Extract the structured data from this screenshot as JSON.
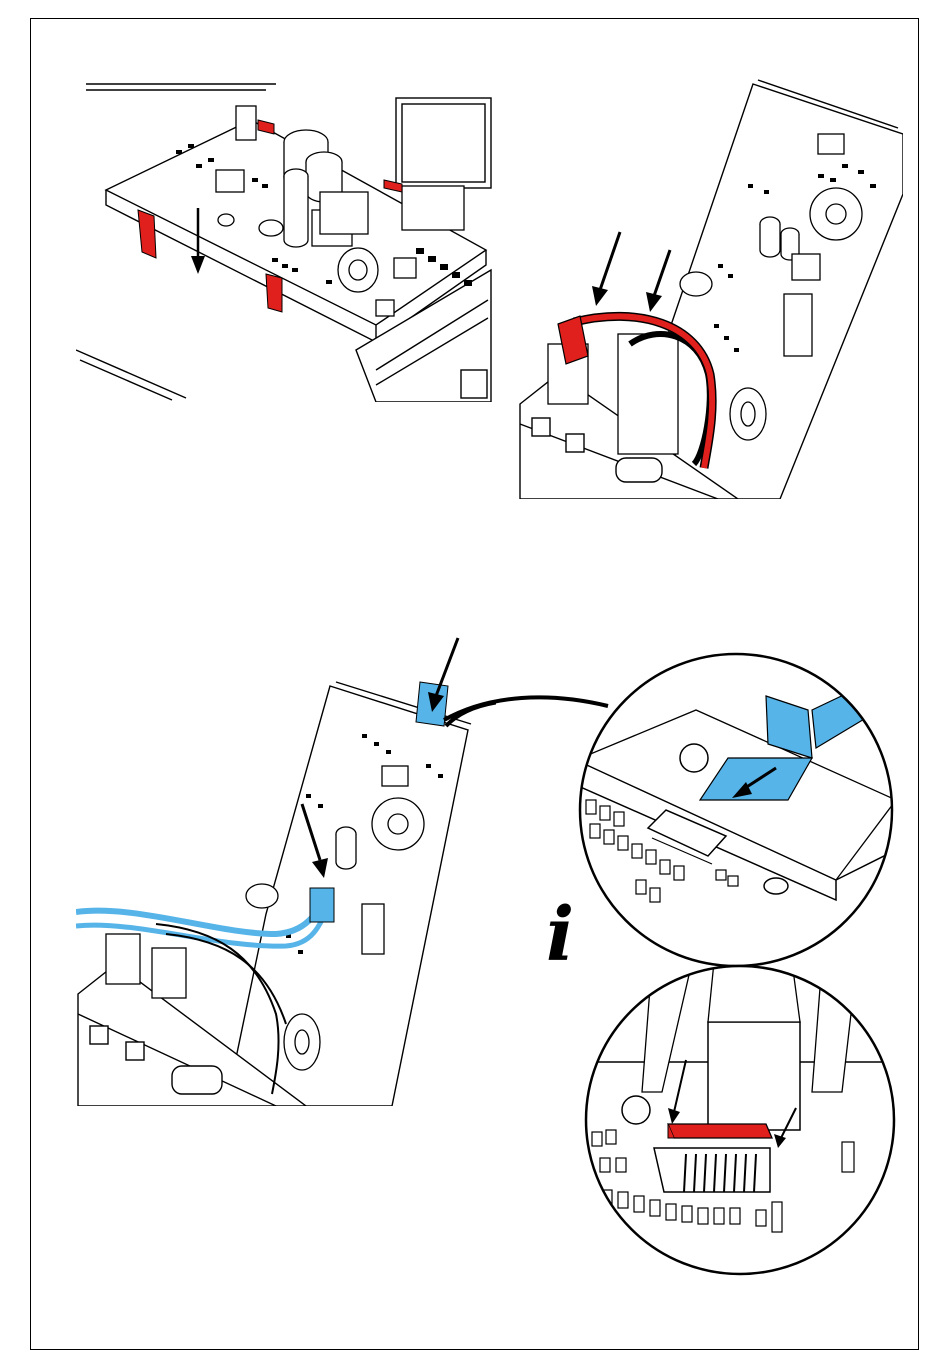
{
  "page": {
    "info_symbol": "i",
    "figures": [
      {
        "id": "board-insert",
        "highlight": "red-clips",
        "icon": "down-arrow-icon"
      },
      {
        "id": "red-cable-routing",
        "highlight": "red-cable",
        "icon": "double-down-arrow-icon"
      },
      {
        "id": "blue-ribbon-connection",
        "highlight": "blue-ribbon",
        "icon": "insert-arrow-icon"
      }
    ],
    "details": [
      {
        "id": "ribbon-insert-detail",
        "highlight": "blue-ribbon"
      },
      {
        "id": "connector-latch-detail",
        "highlight": "red-latch"
      }
    ]
  },
  "colors": {
    "red": "#e0201c",
    "blue": "#56b4e9",
    "line": "#000000",
    "paper": "#ffffff"
  }
}
